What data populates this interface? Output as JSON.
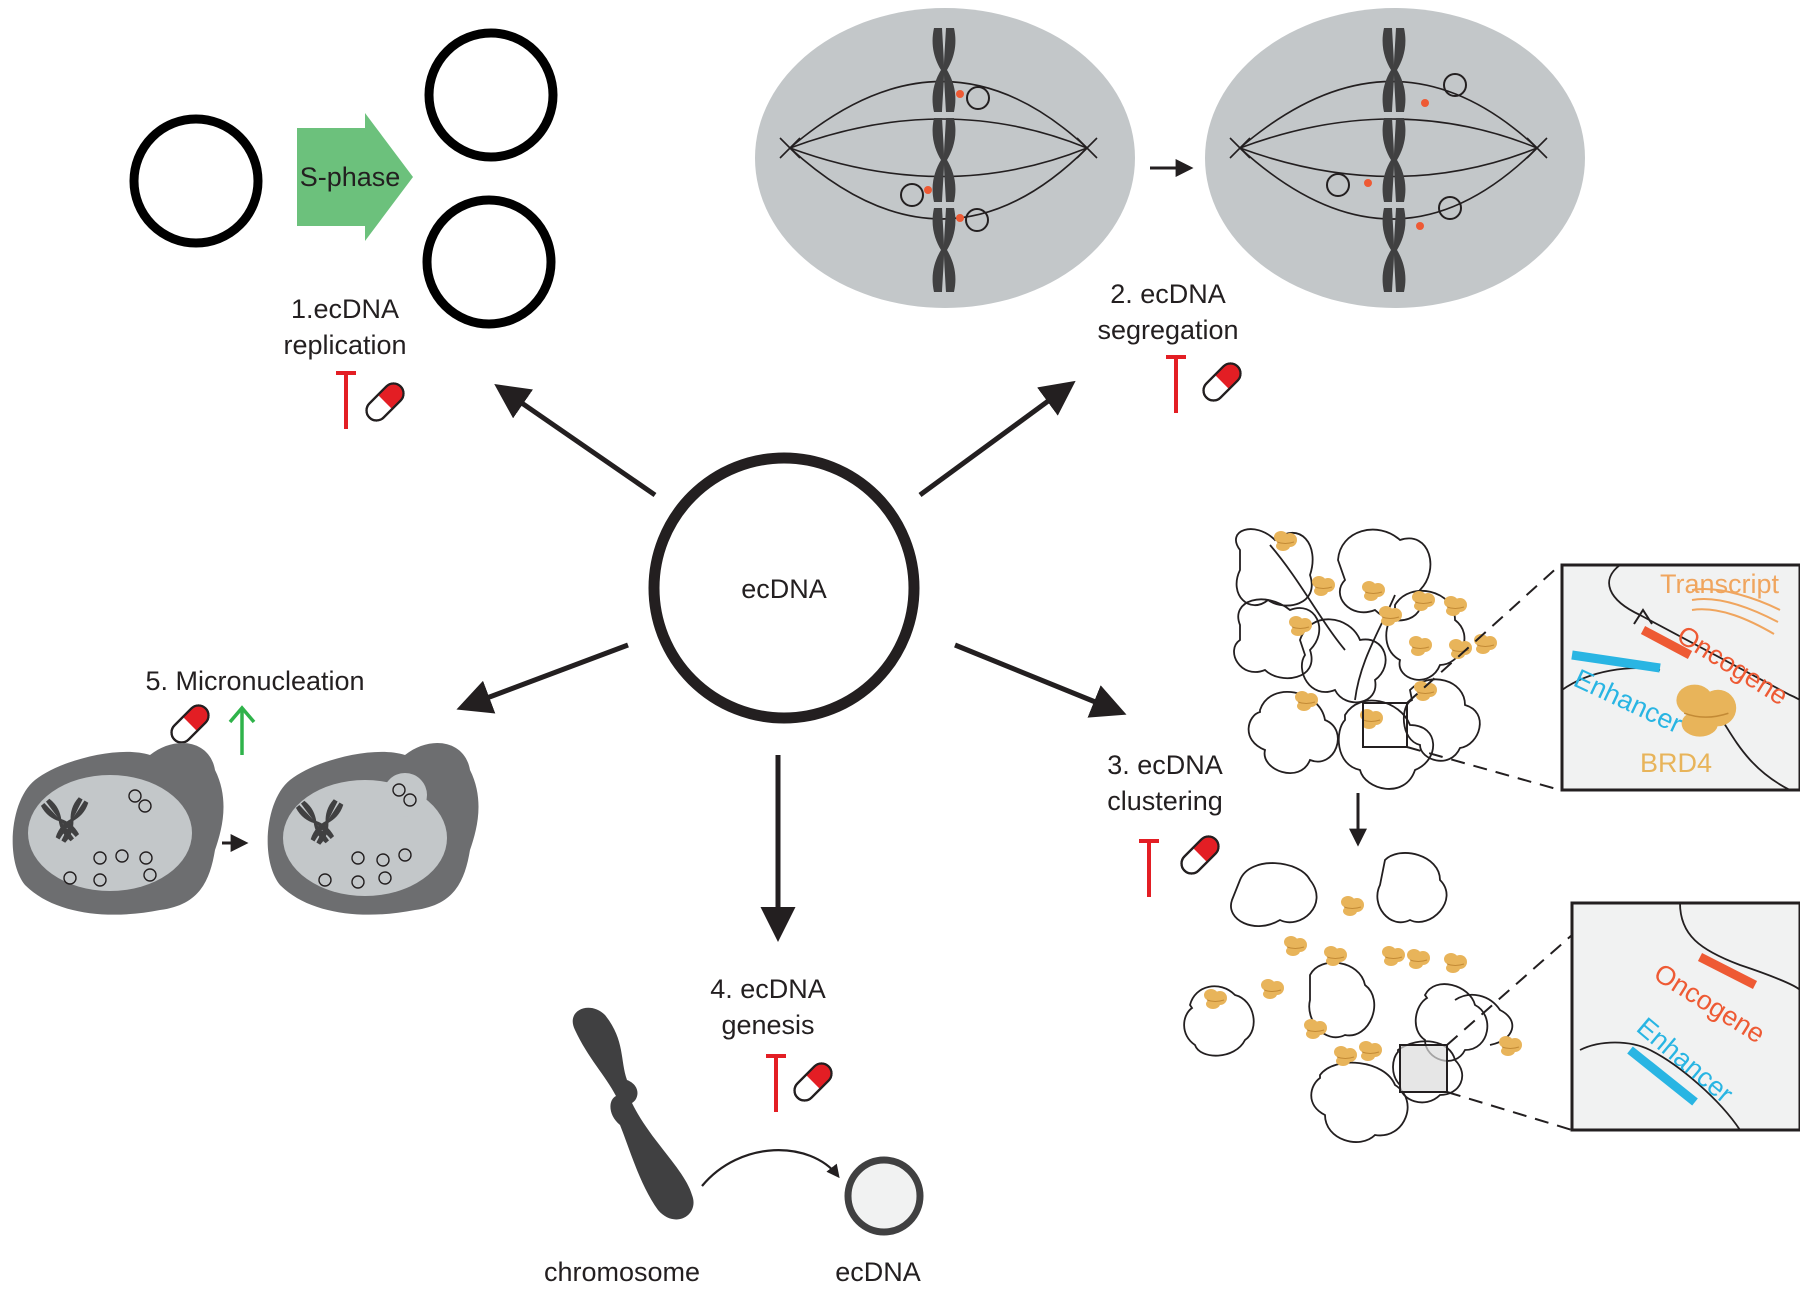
{
  "center": {
    "label": "ecDNA"
  },
  "replication": {
    "line1": "1.ecDNA",
    "line2": "replication",
    "phase_label": "S-phase"
  },
  "segregation": {
    "line1": "2. ecDNA",
    "line2": "segregation"
  },
  "clustering": {
    "line1": "3. ecDNA",
    "line2": "clustering",
    "inset_top": {
      "transcript": "Transcript",
      "oncogene": "Oncogene",
      "enhancer": "Enhancer",
      "protein": "BRD4"
    },
    "inset_bottom": {
      "oncogene": "Oncogene",
      "enhancer": "Enhancer"
    }
  },
  "genesis": {
    "line1": "4. ecDNA",
    "line2": "genesis",
    "source_label": "chromosome",
    "product_label": "ecDNA"
  },
  "micronucleation": {
    "title": "5. Micronucleation"
  },
  "colors": {
    "inhibit_red": "#e31e24",
    "upregulate_green": "#2fb34a",
    "s_phase_green": "#6cc17c",
    "cell_gray": "#c3c7c9",
    "chromosome_dark": "#404041",
    "brd4_orange": "#e8b45a",
    "oncogene_red": "#ee5a34",
    "enhancer_blue": "#29b5e3",
    "transcript_orange": "#f0a55e"
  },
  "icons": [
    "inhibitor-t-icon",
    "pill-icon",
    "up-arrow-icon"
  ]
}
